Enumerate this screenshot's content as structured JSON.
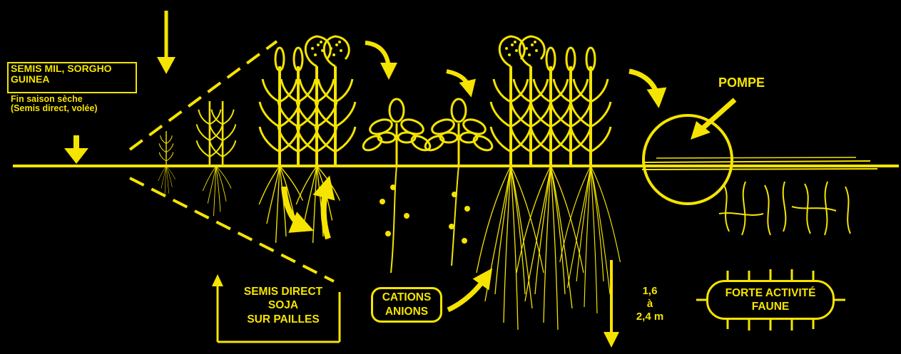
{
  "diagram": {
    "sowing_title": "SEMIS MIL, SORGHO GUINEA",
    "sowing_subtitle_line1": "Fin saison sèche",
    "sowing_subtitle_line2": "(Semis direct, volée)",
    "pump_label": "POMPE",
    "soja_line1": "SEMIS DIRECT",
    "soja_line2": "SOJA",
    "soja_line3": "SUR PAILLES",
    "cations_line1": "CATIONS",
    "cations_line2": "ANIONS",
    "depth_line1": "1,6",
    "depth_line2": "à",
    "depth_line3": "2,4 m",
    "fauna_line1": "FORTE ACTIVITÉ",
    "fauna_line2": "FAUNE"
  },
  "colors": {
    "background": "#000000",
    "ink": "#f5e400"
  },
  "icons": [
    "down-arrow-icon",
    "up-arrow-icon",
    "curved-arrow-icon",
    "millet-plant-icon",
    "soy-plant-icon",
    "root-icon",
    "pump-circle-icon",
    "fauna-bug-icon"
  ]
}
